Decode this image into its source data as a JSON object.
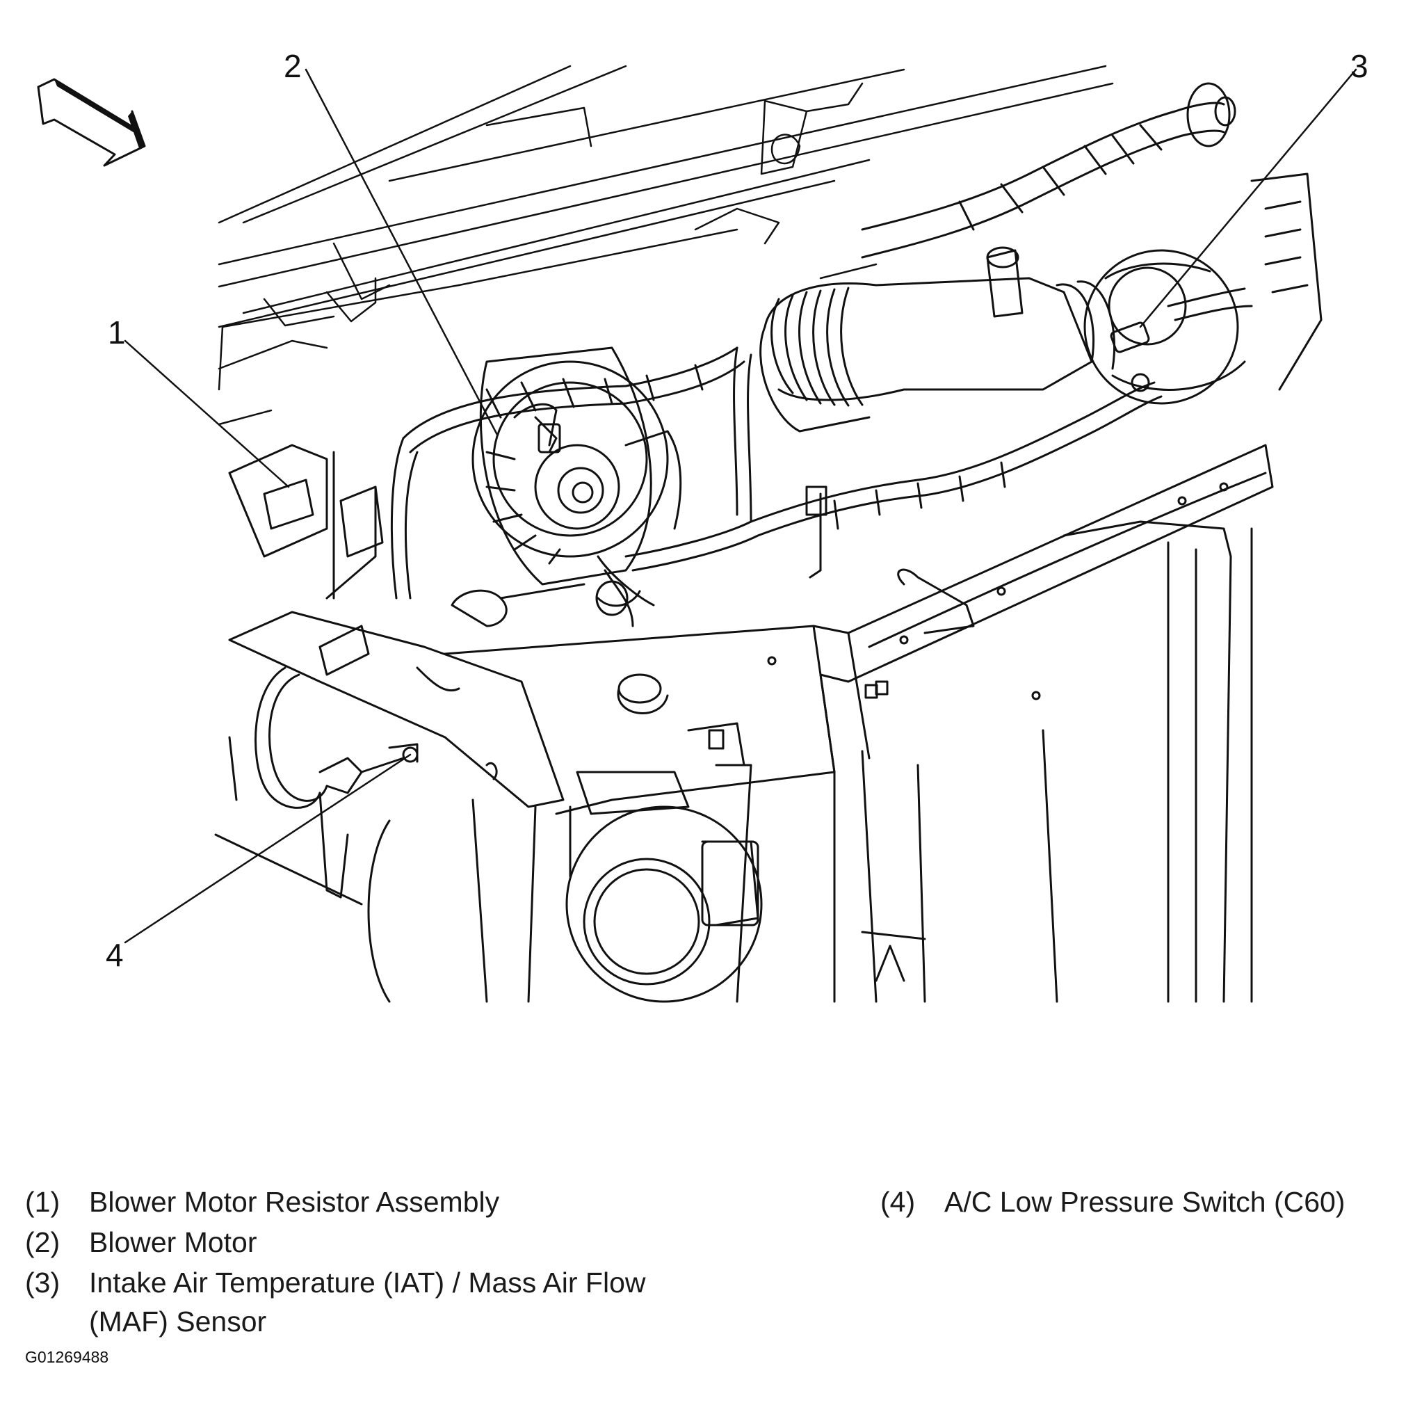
{
  "diagram": {
    "callouts": [
      {
        "id": "1",
        "label": "1"
      },
      {
        "id": "2",
        "label": "2"
      },
      {
        "id": "3",
        "label": "3"
      },
      {
        "id": "4",
        "label": "4"
      }
    ]
  },
  "legend": [
    {
      "number": "(1)",
      "text": "Blower Motor Resistor Assembly"
    },
    {
      "number": "(2)",
      "text": "Blower Motor"
    },
    {
      "number": "(3)",
      "text": "Intake Air Temperature (IAT) / Mass Air Flow (MAF) Sensor"
    },
    {
      "number": "(4)",
      "text": "A/C Low Pressure Switch (C60)"
    }
  ],
  "figure_id": "G01269488",
  "colors": {
    "line": "#111111",
    "background": "#ffffff"
  }
}
